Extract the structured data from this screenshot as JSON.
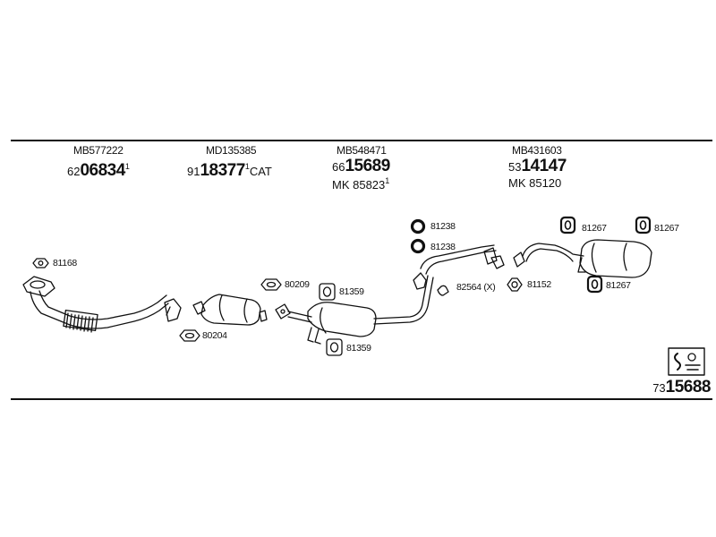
{
  "groups": [
    {
      "oe": "MB577222",
      "art_prefix": "62",
      "art_main": "06834",
      "art_sup": "1",
      "art_suffix": "",
      "mk": ""
    },
    {
      "oe": "MD135385",
      "art_prefix": "91",
      "art_main": "18377",
      "art_sup": "1",
      "art_suffix": "CAT",
      "mk": ""
    },
    {
      "oe": "MB548471",
      "art_prefix": "66",
      "art_main": "15689",
      "art_sup": "",
      "art_suffix": "",
      "mk": "MK 85823",
      "mk_sup": "1"
    },
    {
      "oe": "MB431603",
      "art_prefix": "53",
      "art_main": "14147",
      "art_sup": "",
      "art_suffix": "",
      "mk": "MK 85120",
      "mk_sup": ""
    }
  ],
  "parts": {
    "p81168": "81168",
    "p80209": "80209",
    "p80204": "80204",
    "p81359a": "81359",
    "p81359b": "81359",
    "p81238a": "81238",
    "p81238b": "81238",
    "p82564": "82564 (X)",
    "p81152": "81152",
    "p81267a": "81267",
    "p81267b": "81267",
    "p81267c": "81267"
  },
  "footer": {
    "prefix": "73",
    "main": "15688"
  }
}
